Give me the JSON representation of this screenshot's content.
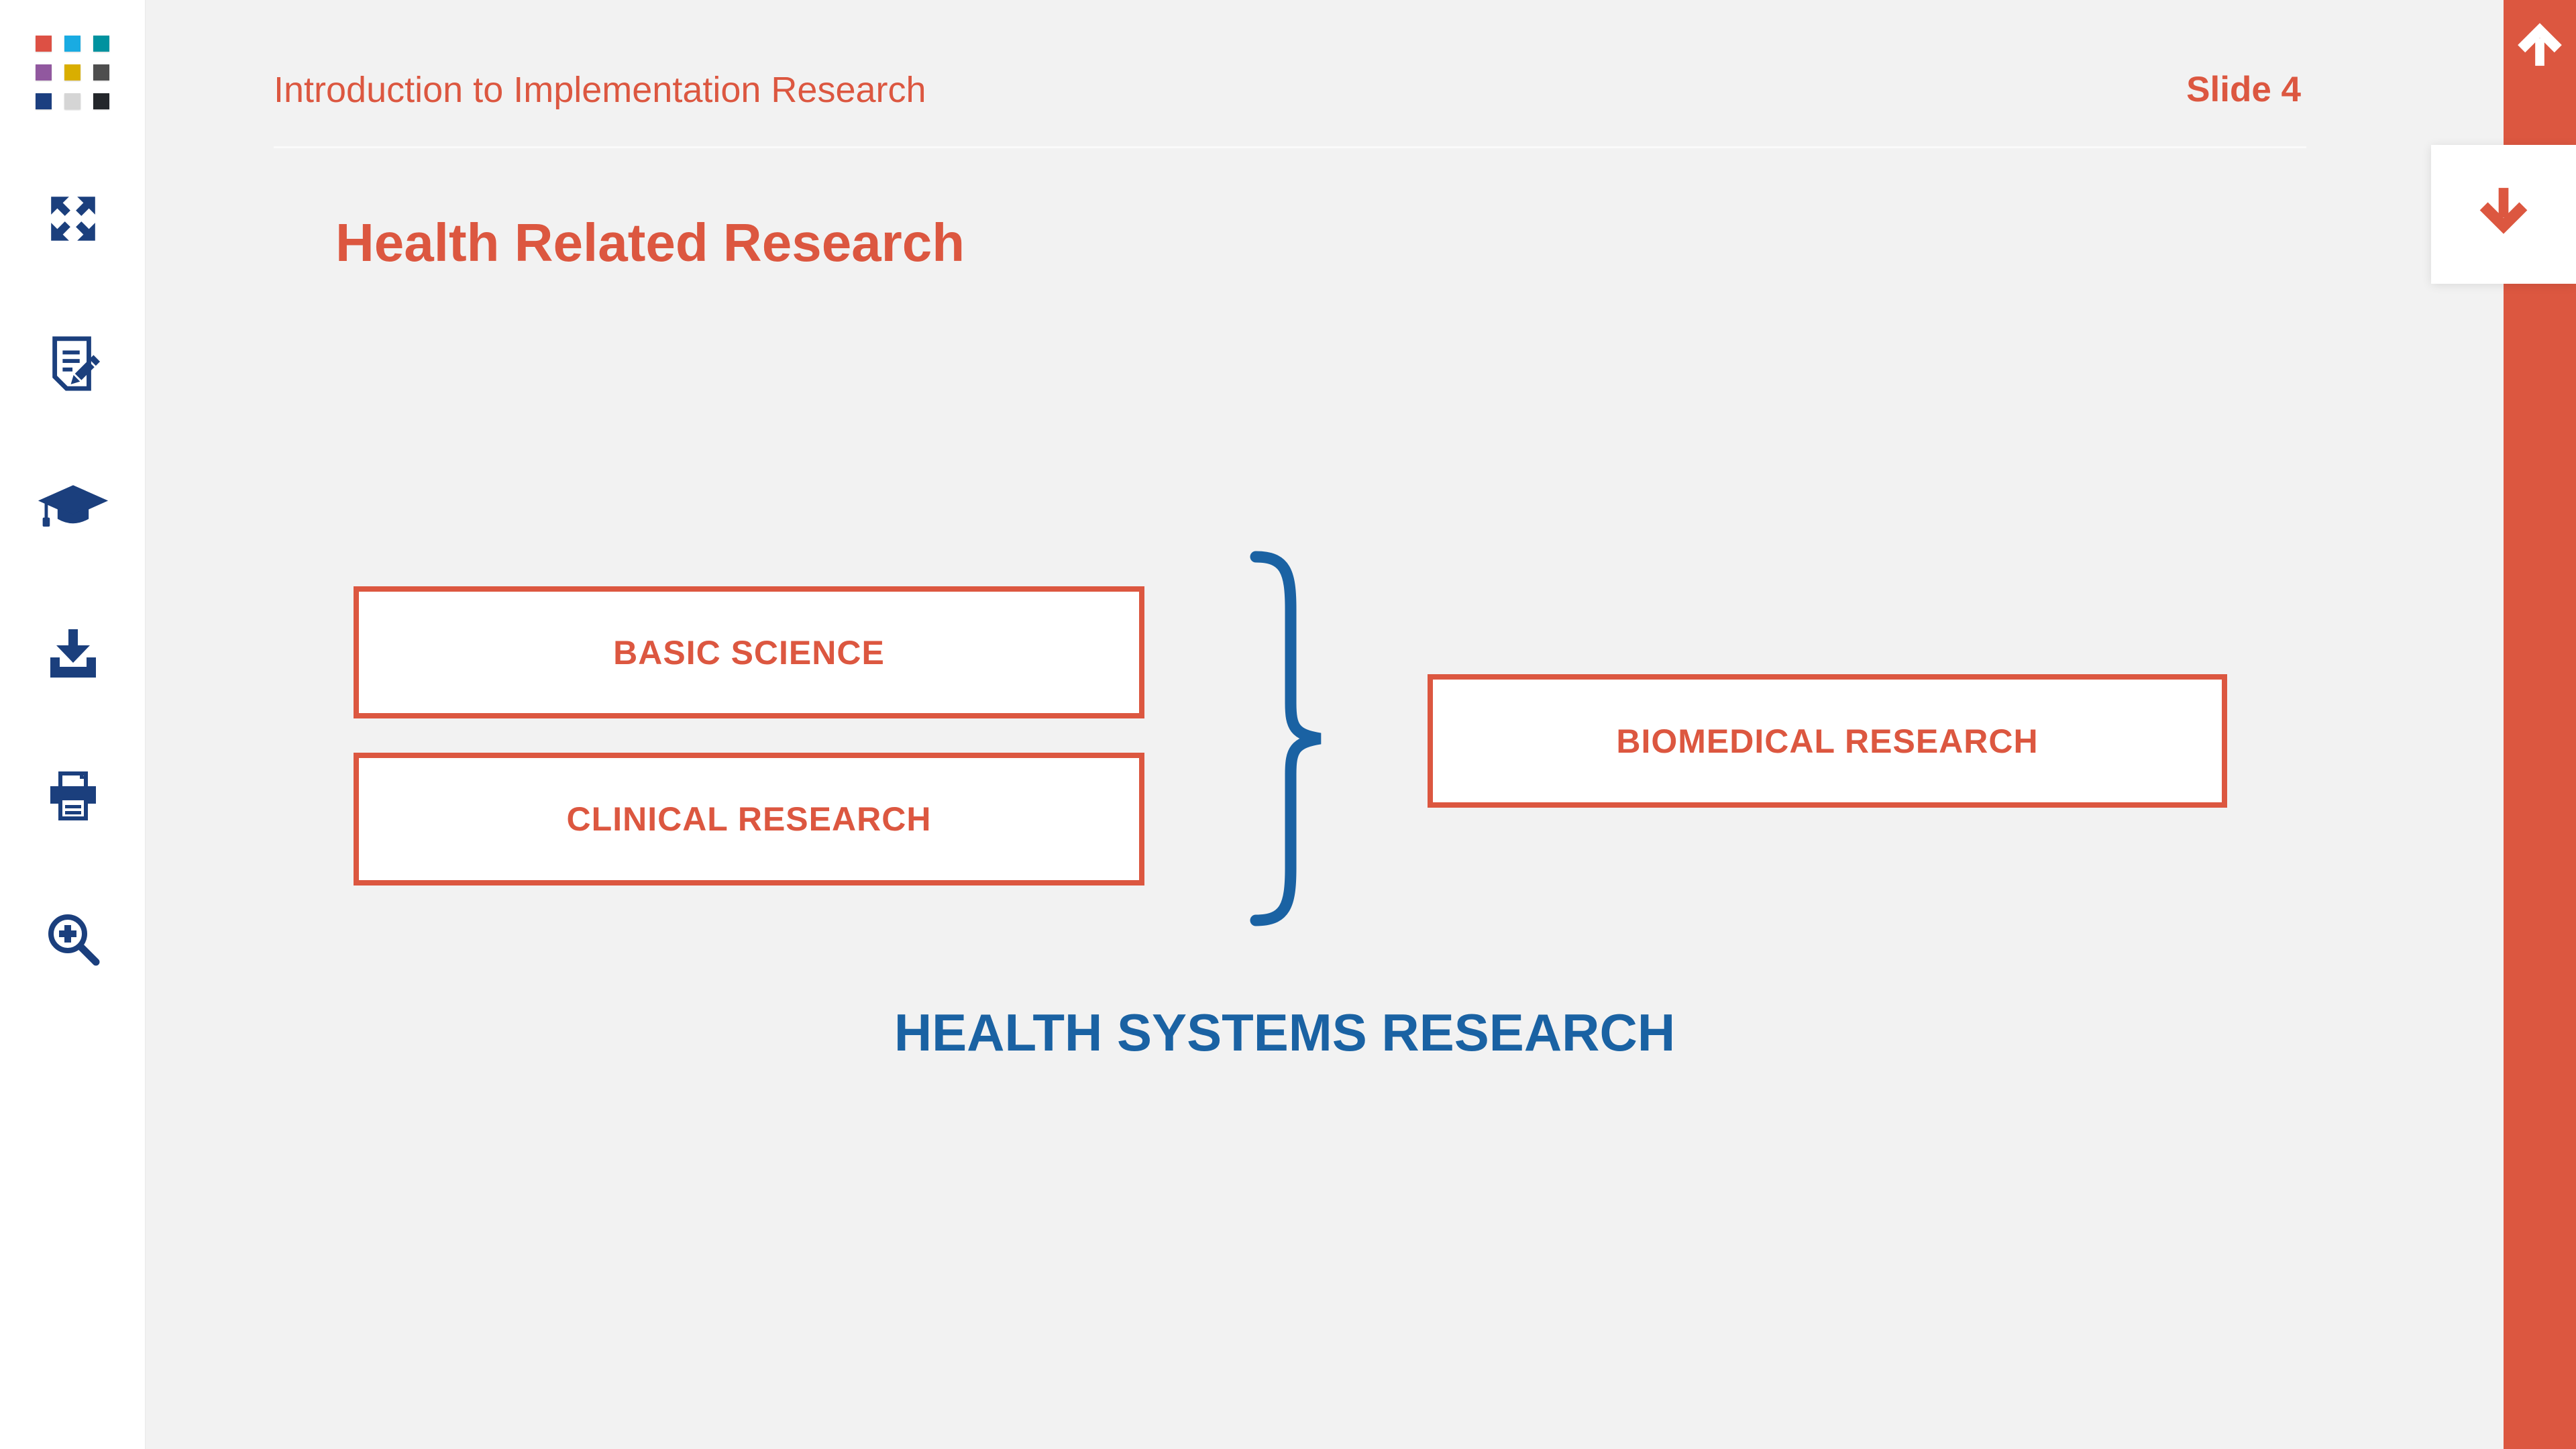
{
  "colors": {
    "accent_orange": "#DC5740",
    "icon_navy": "#1B3F7D",
    "diagram_blue": "#1A62A3",
    "page_bg": "#F2F2F2",
    "sidebar_bg": "#FFFFFF",
    "divider": "#FAFAFA",
    "box_fill": "#FFFFFF"
  },
  "sidebar": {
    "logo_colors": [
      "#DD5044",
      "#19ABE2",
      "#00929F",
      "#91589F",
      "#D9AE00",
      "#4E4E4E",
      "#1C3F80",
      "#D5D5D5",
      "#24272B"
    ],
    "items": [
      {
        "id": "fullscreen",
        "icon": "expand-icon"
      },
      {
        "id": "notes",
        "icon": "notes-pencil-icon"
      },
      {
        "id": "learning",
        "icon": "graduation-cap-icon"
      },
      {
        "id": "download",
        "icon": "download-icon"
      },
      {
        "id": "print",
        "icon": "print-icon"
      },
      {
        "id": "zoom",
        "icon": "zoom-in-icon"
      }
    ]
  },
  "header": {
    "course_title": "Introduction to Implementation Research",
    "slide_label": "Slide 4"
  },
  "slide": {
    "title": "Health Related Research",
    "diagram": {
      "left_boxes": [
        "BASIC SCIENCE",
        "CLINICAL RESEARCH"
      ],
      "right_box": "BIOMEDICAL RESEARCH",
      "brace_icon": "curly-brace",
      "caption": "HEALTH SYSTEMS RESEARCH"
    }
  },
  "nav": {
    "up_icon": "up-arrow-icon",
    "down_icon": "down-arrow-icon"
  }
}
